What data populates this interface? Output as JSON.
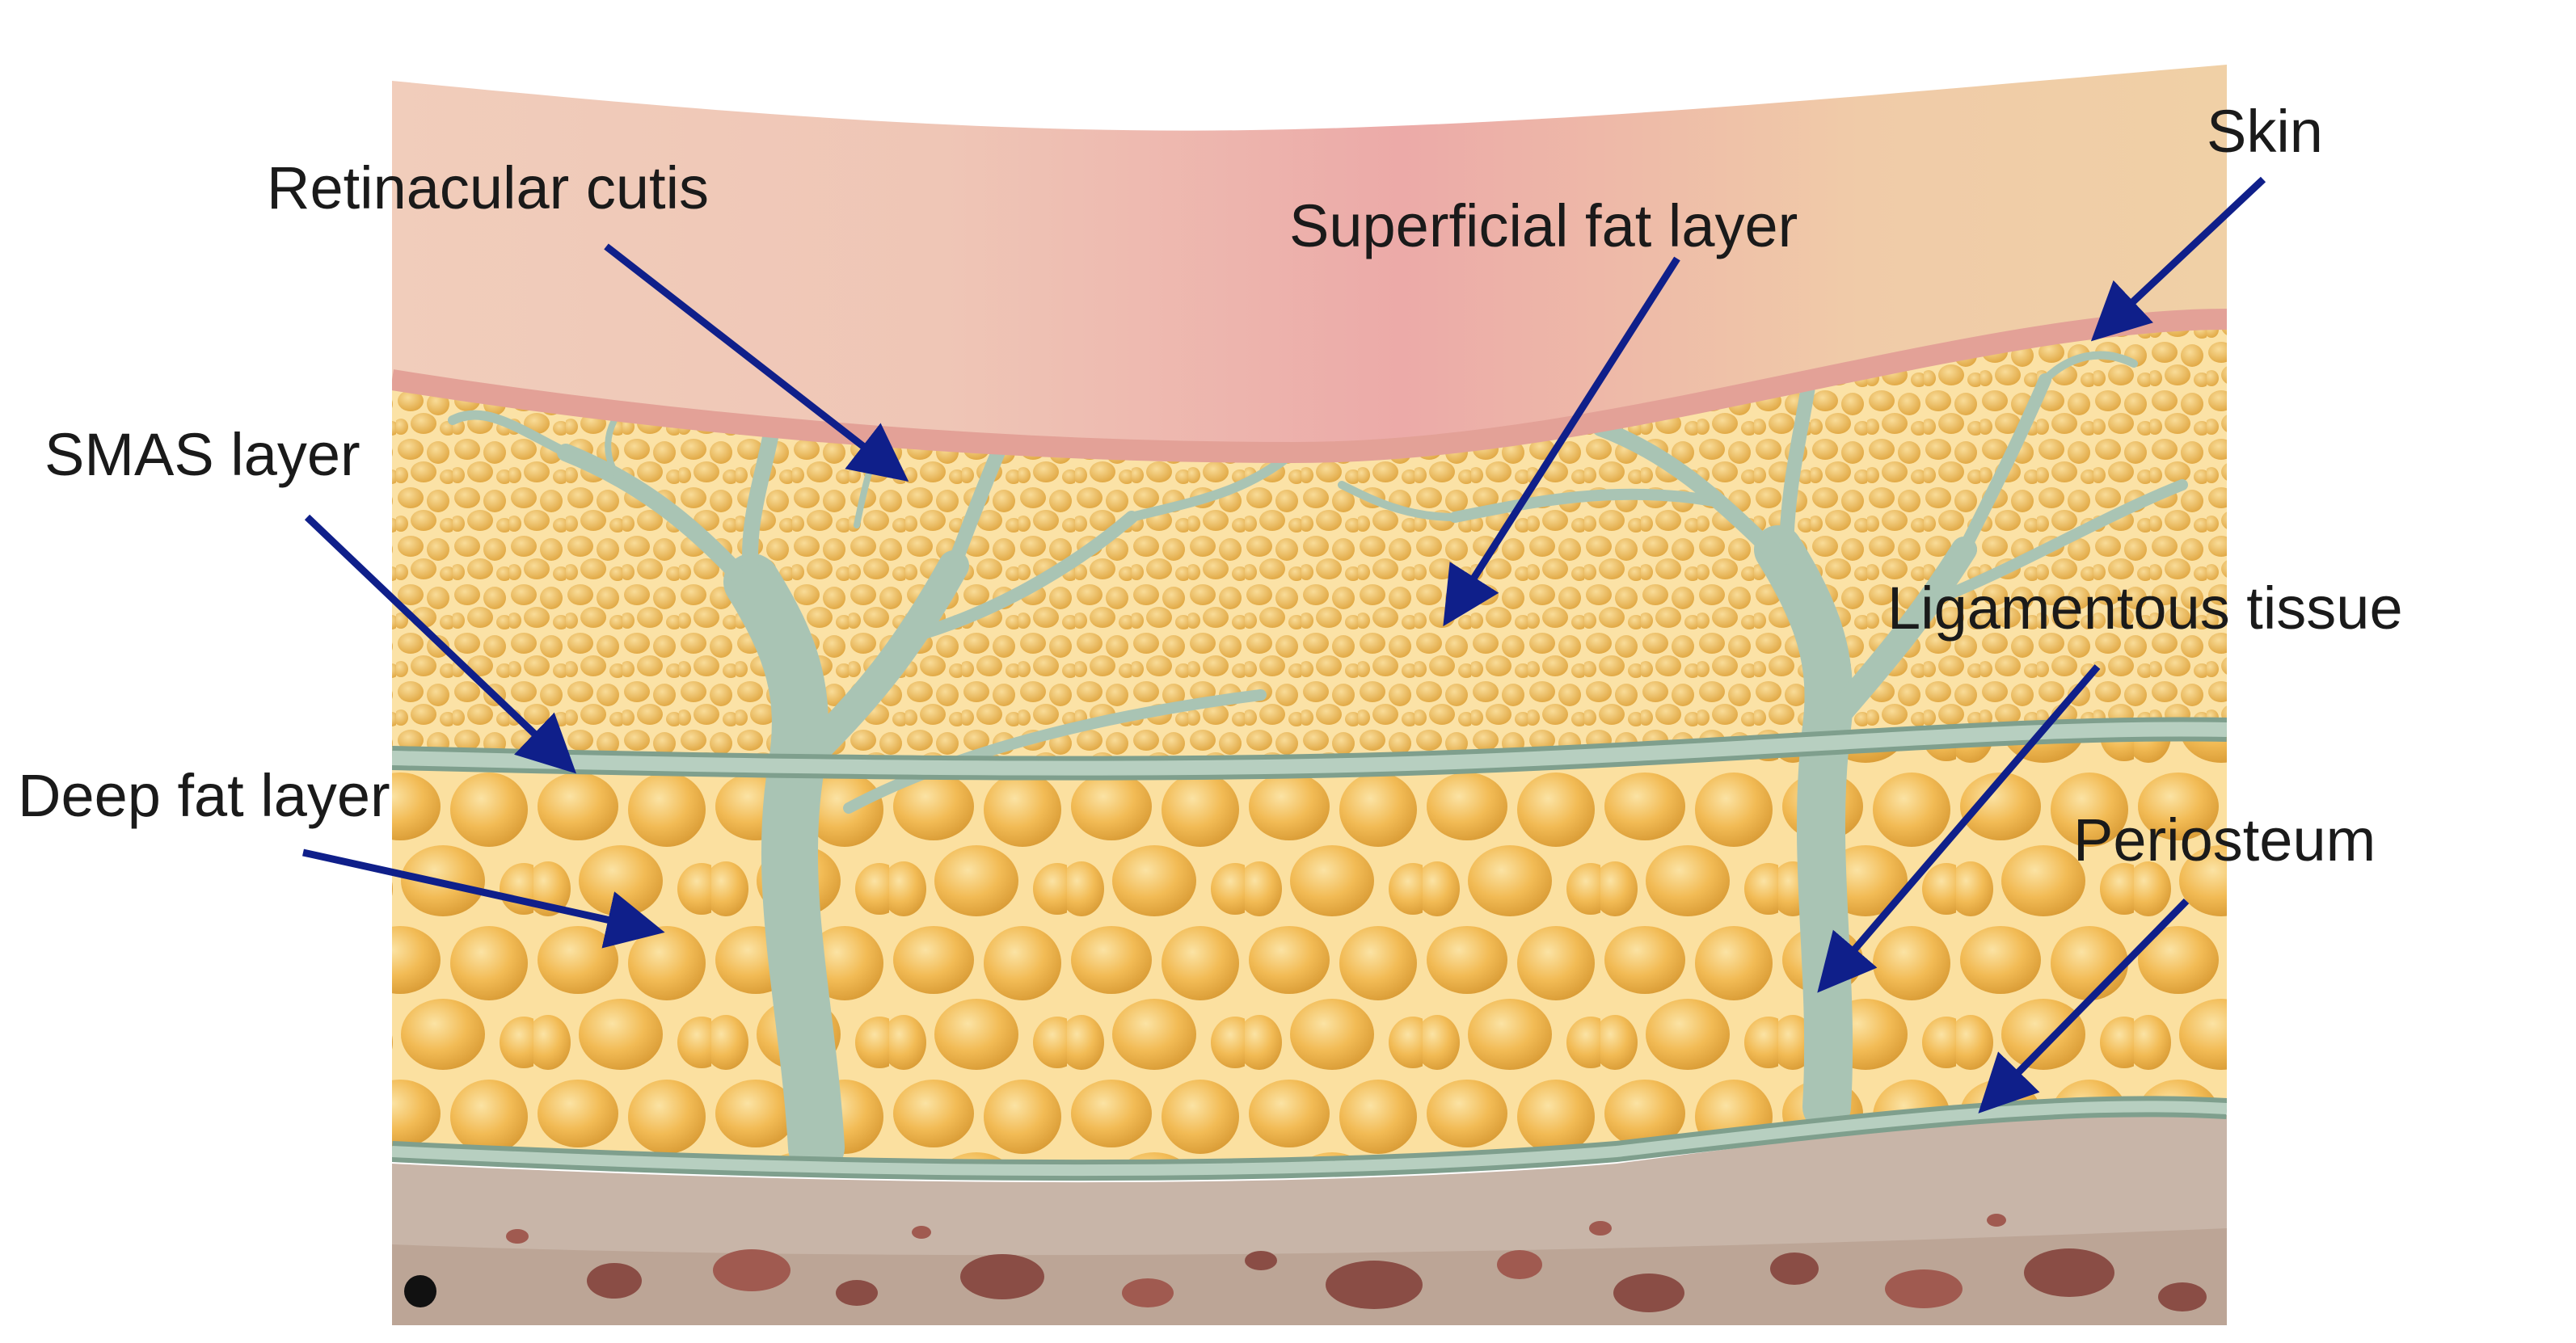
{
  "labels": {
    "retinacular_cutis": "Retinacular cutis",
    "superficial_fat_layer": "Superficial fat layer",
    "skin": "Skin",
    "smas_layer": "SMAS layer",
    "ligamentous_tissue": "Ligamentous tissue",
    "deep_fat_layer": "Deep fat layer",
    "periosteum": "Periosteum"
  },
  "colors": {
    "skin": "#efc9b8",
    "skin_pink": "#eaa7a7",
    "dermis_band": "#e6a59c",
    "fat": "#f0b448",
    "fat_light": "#f7d68c",
    "fat_shadow": "#d49a3a",
    "ligament": "#a9c4b4",
    "ligament_edge": "#7f9f8d",
    "bone": "#c4b2a6",
    "bone_spot": "#8a4d45",
    "arrow": "#0f1f8a",
    "text": "#1a1a1a"
  },
  "icons": {
    "arrow": "arrow-icon"
  }
}
